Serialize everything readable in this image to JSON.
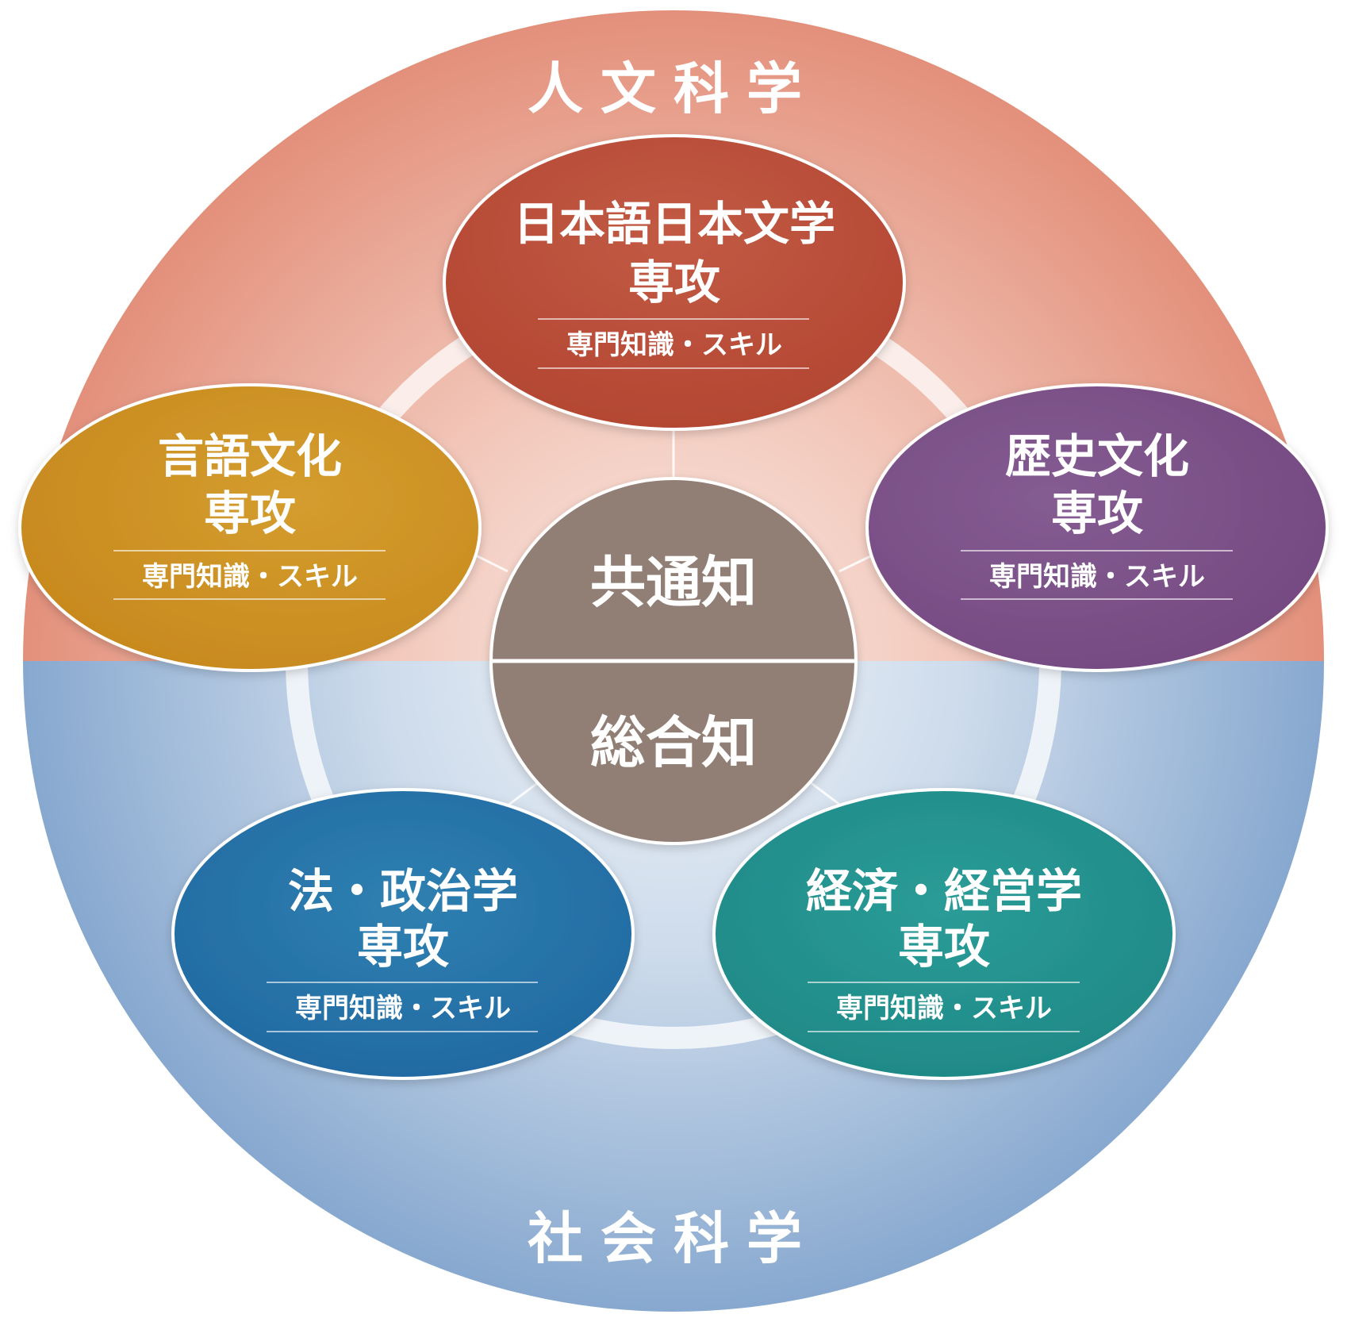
{
  "regions": {
    "top_label": "人文科学",
    "bottom_label": "社会科学"
  },
  "center": {
    "top_label": "共通知",
    "bottom_label": "総合知"
  },
  "majors": [
    {
      "name_line1": "日本語日本文学",
      "name_line2": "専攻",
      "sub": "専門知識・スキル"
    },
    {
      "name_line1": "言語文化",
      "name_line2": "専攻",
      "sub": "専門知識・スキル"
    },
    {
      "name_line1": "歴史文化",
      "name_line2": "専攻",
      "sub": "専門知識・スキル"
    },
    {
      "name_line1": "法・政治学",
      "name_line2": "専攻",
      "sub": "専門知識・スキル"
    },
    {
      "name_line1": "経済・経営学",
      "name_line2": "専攻",
      "sub": "専門知識・スキル"
    }
  ],
  "colors": {
    "humanities": "#e4907b",
    "social_sciences": "#8eadd2",
    "center": "#917f76",
    "japanese_literature": "#b94a37",
    "language_culture": "#c98f22",
    "history_culture": "#7a4e87",
    "law_politics": "#246fa6",
    "economics_management": "#20908e"
  }
}
